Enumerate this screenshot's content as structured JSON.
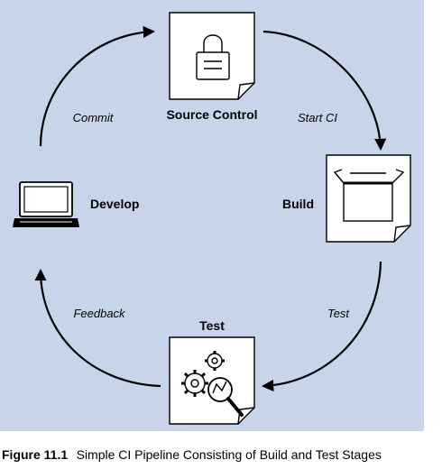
{
  "nodes": {
    "source_control": {
      "label": "Source Control",
      "icon": "lock-icon"
    },
    "build": {
      "label": "Build",
      "icon": "box-icon"
    },
    "test": {
      "label": "Test",
      "icon": "gears-magnifier-icon"
    },
    "develop": {
      "label": "Develop",
      "icon": "laptop-icon"
    }
  },
  "edges": {
    "commit": "Commit",
    "start_ci": "Start CI",
    "test": "Test",
    "feedback": "Feedback"
  },
  "caption": {
    "number": "Figure 11.1",
    "text": "Simple CI Pipeline Consisting of Build and Test Stages"
  },
  "colors": {
    "panel_background": "#c7d4ea",
    "stroke": "#000000",
    "document_fill": "#ffffff"
  }
}
